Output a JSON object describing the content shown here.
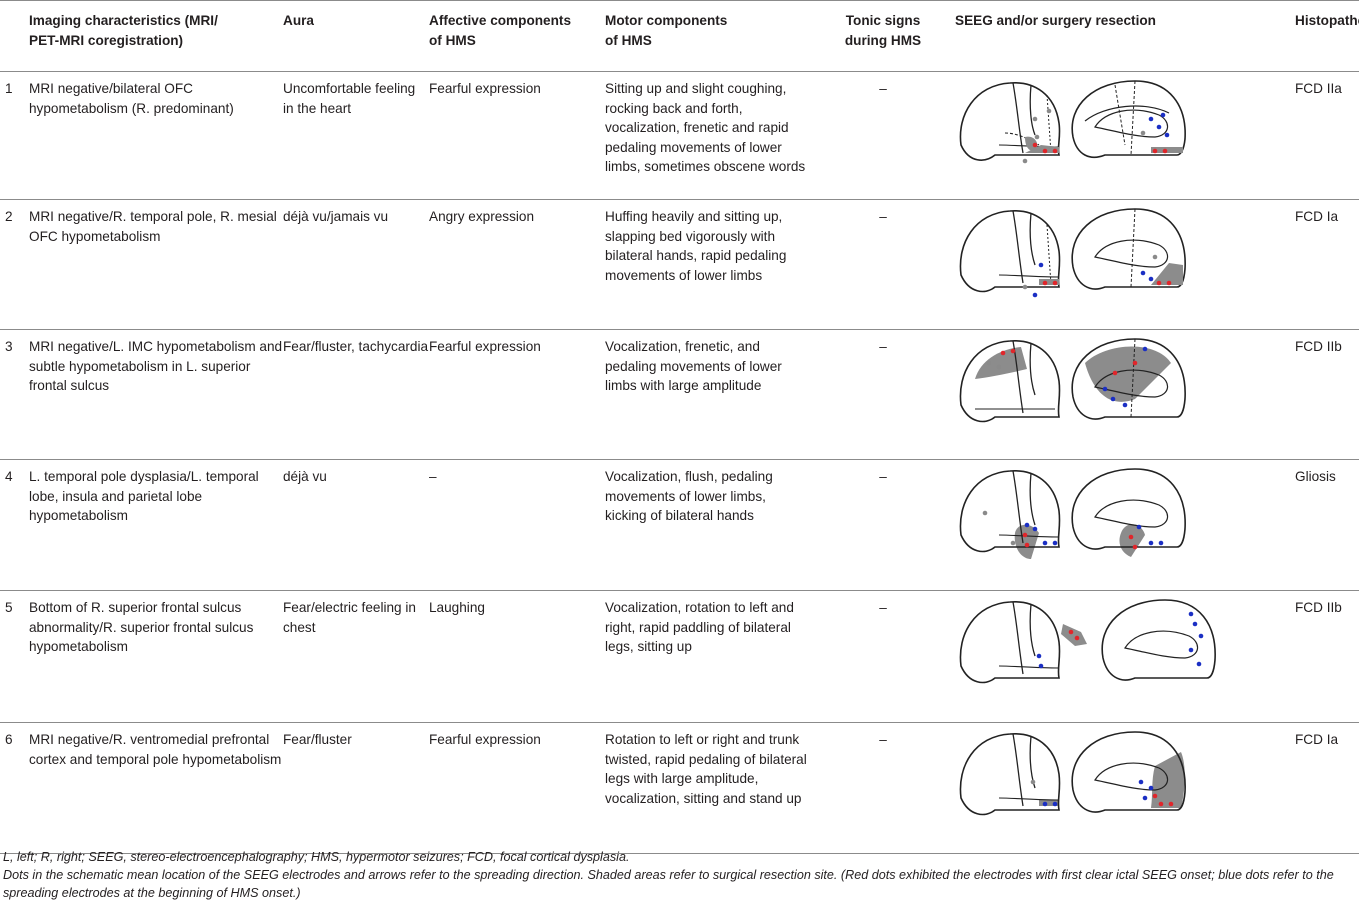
{
  "headers": {
    "imaging": "Imaging characteristics (MRI/\nPET-MRI coregistration)",
    "aura": "Aura",
    "affective": "Affective components\nof HMS",
    "motor": "Motor components\nof HMS",
    "tonic": "Tonic signs\nduring HMS",
    "seeg": "SEEG and/or surgery resection",
    "histo": "Histopathology"
  },
  "rows": [
    {
      "num": "1",
      "imaging": "MRI negative/bilateral OFC hypometabolism (R. predominant)",
      "aura": "Uncomfortable feeling in the heart",
      "affective": "Fearful expression",
      "motor": "Sitting up and slight coughing, rocking back and forth, vocalization, frenetic and rapid pedaling movements of lower limbs, sometimes obscene words",
      "tonic": "–",
      "histo": "FCD IIa"
    },
    {
      "num": "2",
      "imaging": "MRI negative/R. temporal pole, R. mesial OFC hypometabolism",
      "aura": "déjà vu/jamais vu",
      "affective": "Angry expression",
      "motor": "Huffing heavily and sitting up, slapping bed vigorously with bilateral hands, rapid pedaling movements of lower limbs",
      "tonic": "–",
      "histo": "FCD Ia"
    },
    {
      "num": "3",
      "imaging": "MRI negative/L. IMC hypometabolism and subtle hypometabolism in L. superior frontal sulcus",
      "aura": "Fear/fluster, tachycardia",
      "affective": "Fearful expression",
      "motor": "Vocalization, frenetic, and pedaling movements of lower limbs with large amplitude",
      "tonic": "–",
      "histo": "FCD IIb"
    },
    {
      "num": "4",
      "imaging": "L. temporal pole dysplasia/L. temporal lobe, insula and parietal lobe hypometabolism",
      "aura": "déjà vu",
      "affective": "–",
      "motor": "Vocalization, flush, pedaling movements of lower limbs, kicking of bilateral hands",
      "tonic": "–",
      "histo": "Gliosis"
    },
    {
      "num": "5",
      "imaging": "Bottom of R. superior frontal sulcus abnormality/R. superior frontal sulcus hypometabolism",
      "aura": "Fear/electric feeling in chest",
      "affective": "Laughing",
      "motor": "Vocalization, rotation to left and right, rapid paddling of bilateral legs, sitting up",
      "tonic": "–",
      "histo": "FCD IIb"
    },
    {
      "num": "6",
      "imaging": "MRI negative/R. ventromedial prefrontal cortex and temporal pole hypometabolism",
      "aura": "Fear/fluster",
      "affective": "Fearful expression",
      "motor": "Rotation to left or right and trunk twisted, rapid pedaling of bilateral legs with large amplitude, vocalization, sitting and stand up",
      "tonic": "–",
      "histo": "FCD Ia"
    }
  ],
  "footnotes": {
    "abbrev": "L, left; R, right; SEEG, stereo-electroencephalography; HMS, hypermotor seizures; FCD, focal cortical dysplasia.",
    "dots": "Dots in the schematic mean location of the SEEG electrodes and arrows refer to the spreading direction. Shaded areas refer to surgical resection site. (Red dots exhibited the electrodes with first clear ictal SEEG onset; blue dots refer to the spreading electrodes at the beginning of HMS onset.)"
  },
  "colors": {
    "onset_dot": "#e0262b",
    "spread_dot": "#1b2fc4",
    "other_dot": "#8a8a8a",
    "resection_shade": "#8c8c8c",
    "rule": "#8b8b8b"
  }
}
